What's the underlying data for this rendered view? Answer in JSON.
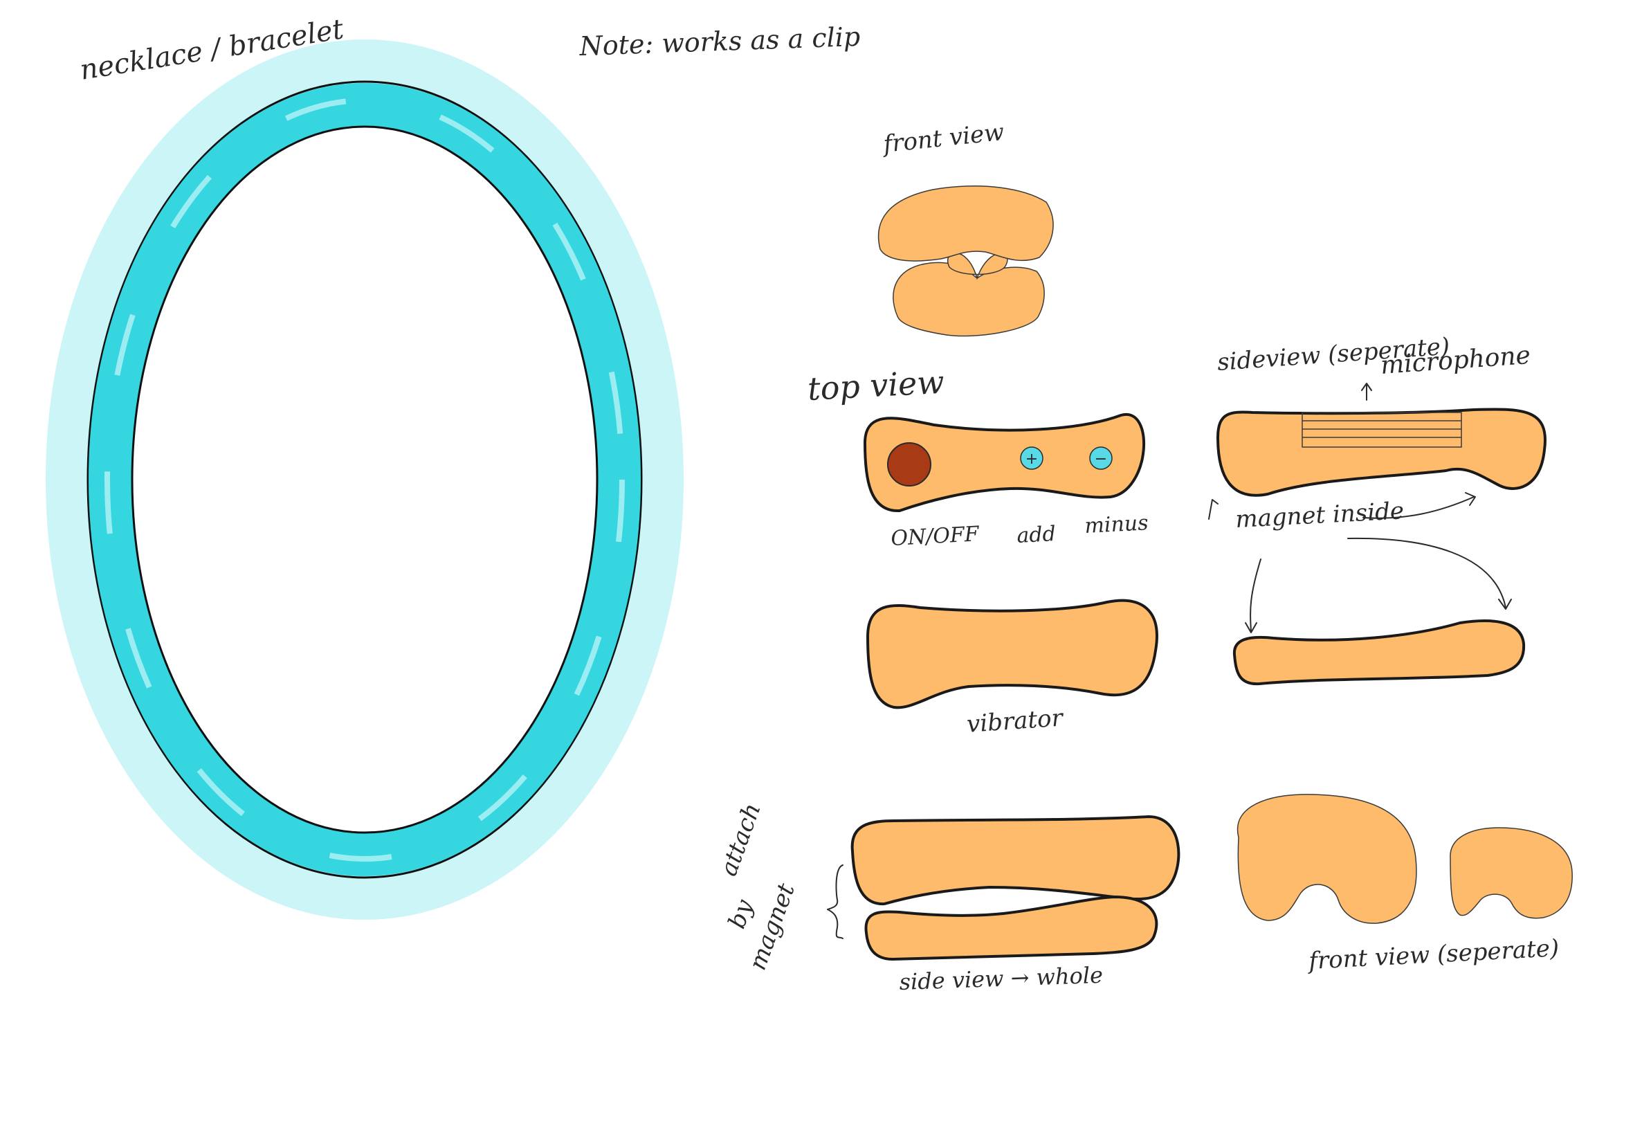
{
  "labels": {
    "necklace": "necklace / bracelet",
    "note": "Note: works as a clip",
    "front_view": "front view",
    "top_view": "top view",
    "side_view_separate": "sideview (seperate)",
    "microphone": "microphone",
    "on_off": "ON/OFF",
    "add": "add",
    "minus": "minus",
    "plus_symbol": "+",
    "minus_symbol": "−",
    "magnet_inside": "magnet inside",
    "vibrator": "vibrator",
    "attach_line1": "attach",
    "attach_line2": "by",
    "attach_line3": "magnet",
    "side_view_whole": "side view → whole",
    "front_view_separate": "front view (seperate)"
  },
  "colors": {
    "ring": "#35d6e0",
    "body": "#fdbb6b",
    "power_button": "#a83a16",
    "volume_button": "#59d9e6"
  }
}
